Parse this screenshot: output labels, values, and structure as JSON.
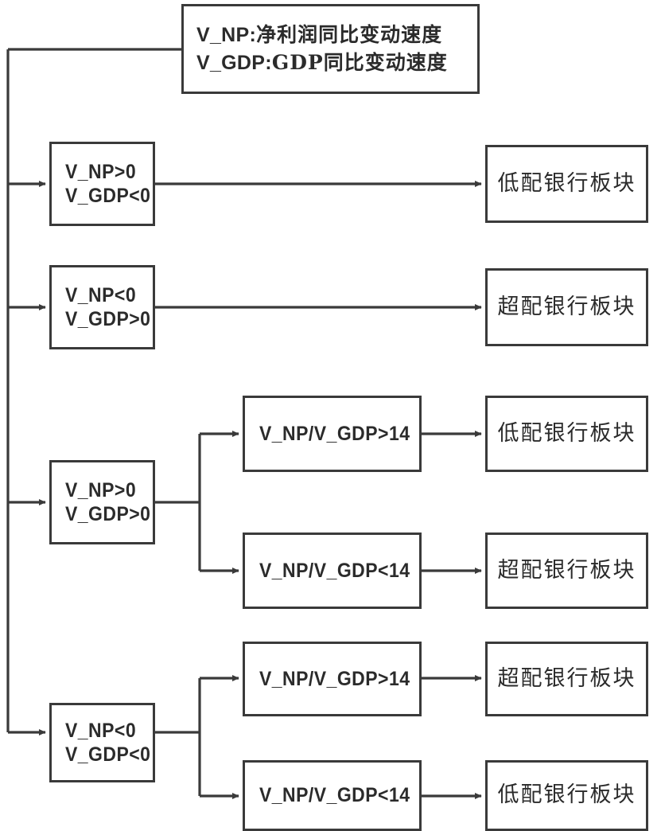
{
  "diagram": {
    "type": "decision-flowchart",
    "title_present": false,
    "stroke_color": "#3a3a3a",
    "text_color": "#2b2b2b",
    "background_color": "#ffffff",
    "legend": {
      "lines": [
        {
          "key": "V_NP:",
          "value": "净利润同比变动速度"
        },
        {
          "key": "V_GDP:",
          "value": "GDP同比变动速度"
        }
      ]
    },
    "branches": [
      {
        "id": "branch-1",
        "condition": {
          "line1": "V_NP>0",
          "line2": "V_GDP<0"
        },
        "has_sub_split": false,
        "result": "低配银行板块"
      },
      {
        "id": "branch-2",
        "condition": {
          "line1": "V_NP<0",
          "line2": "V_GDP>0"
        },
        "has_sub_split": false,
        "result": "超配银行板块"
      },
      {
        "id": "branch-3",
        "condition": {
          "line1": "V_NP>0",
          "line2": "V_GDP>0"
        },
        "has_sub_split": true,
        "sub_branches": [
          {
            "ratio": "V_NP/V_GDP>14",
            "result": "低配银行板块"
          },
          {
            "ratio": "V_NP/V_GDP<14",
            "result": "超配银行板块"
          }
        ]
      },
      {
        "id": "branch-4",
        "condition": {
          "line1": "V_NP<0",
          "line2": "V_GDP<0"
        },
        "has_sub_split": true,
        "sub_branches": [
          {
            "ratio": "V_NP/V_GDP>14",
            "result": "超配银行板块"
          },
          {
            "ratio": "V_NP/V_GDP<14",
            "result": "低配银行板块"
          }
        ]
      }
    ]
  }
}
